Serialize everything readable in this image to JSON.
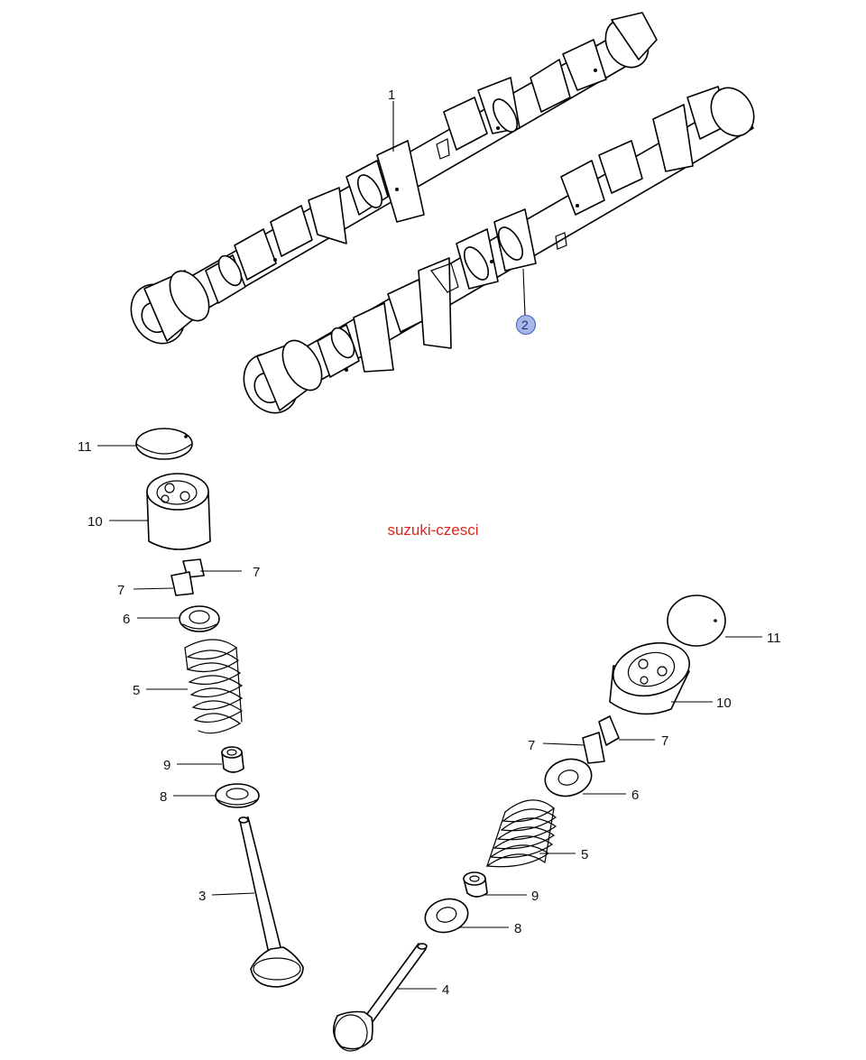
{
  "watermark": {
    "text": "suzuki-czesci",
    "color": "#e0241b"
  },
  "highlight": {
    "fill": "#a9b7e6",
    "stroke": "#5b6fc4"
  },
  "callouts": {
    "c1": "1",
    "c2": "2",
    "c3": "3",
    "c4": "4",
    "c5_left": "5",
    "c5_right": "5",
    "c6_left": "6",
    "c6_right": "6",
    "c7_left_a": "7",
    "c7_left_b": "7",
    "c7_right_a": "7",
    "c7_right_b": "7",
    "c8_left": "8",
    "c8_right": "8",
    "c9_left": "9",
    "c9_right": "9",
    "c10_left": "10",
    "c10_right": "10",
    "c11_left": "11",
    "c11_right": "11"
  }
}
